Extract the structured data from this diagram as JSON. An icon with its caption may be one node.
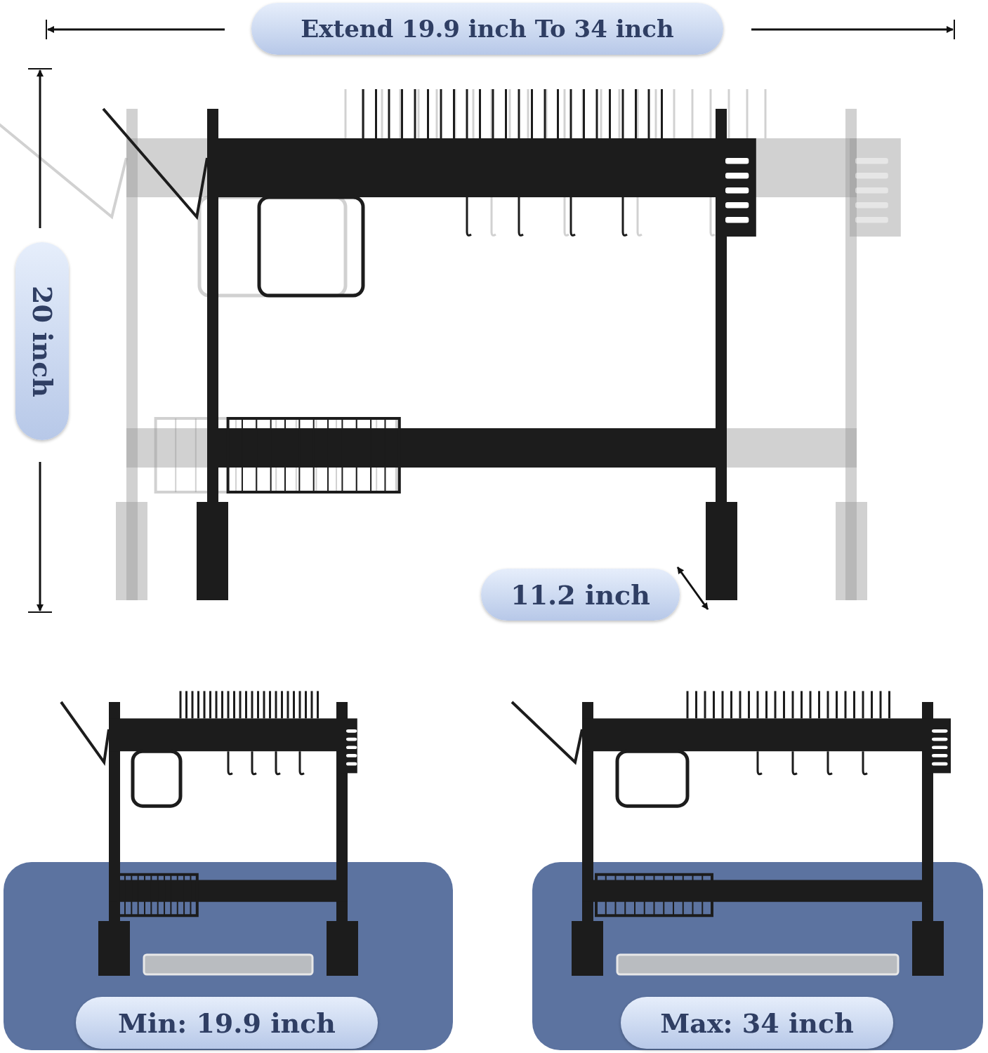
{
  "diagram": {
    "labels": [
      "Extend 19.9 inch To 34 inch",
      "20 inch",
      "11.2 inch",
      "Min: 19.9 inch",
      "Max: 34 inch"
    ]
  }
}
